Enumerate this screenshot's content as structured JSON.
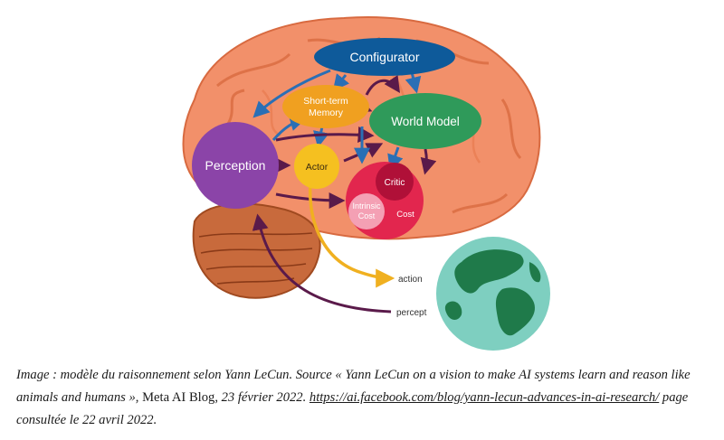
{
  "diagram": {
    "nodes": {
      "configurator": "Configurator",
      "short_term_memory_line1": "Short-term",
      "short_term_memory_line2": "Memory",
      "world_model": "World Model",
      "perception": "Perception",
      "actor": "Actor",
      "critic": "Critic",
      "intrinsic_cost_line1": "Intrinsic",
      "intrinsic_cost_line2": "Cost",
      "cost": "Cost"
    },
    "outputs": {
      "action": "action",
      "percept": "percept"
    },
    "colors": {
      "configurator": "#0e5a9a",
      "short_term_memory": "#f0a020",
      "world_model": "#2f9a5a",
      "perception": "#8b44a8",
      "actor": "#f5c020",
      "cost": "#e2264e",
      "brain": "#f2906a",
      "arrow_blue": "#2a6fb5",
      "arrow_purple": "#5a1a4a",
      "arrow_yellow": "#f0b020",
      "ocean": "#7ecfc0",
      "land": "#1f7a4a"
    }
  },
  "caption": {
    "prefix": "Image : modèle du raisonnement selon Yann LeCun. Source « Yann LeCun on a vision to make AI systems learn and reason like animals and humans »",
    "blog": ", Meta AI Blog, ",
    "date": "23 février 2022. ",
    "url": "https://ai.facebook.com/blog/yann-lecun-advances-in-ai-research/",
    "suffix": " page consultée le 22 avril 2022."
  }
}
